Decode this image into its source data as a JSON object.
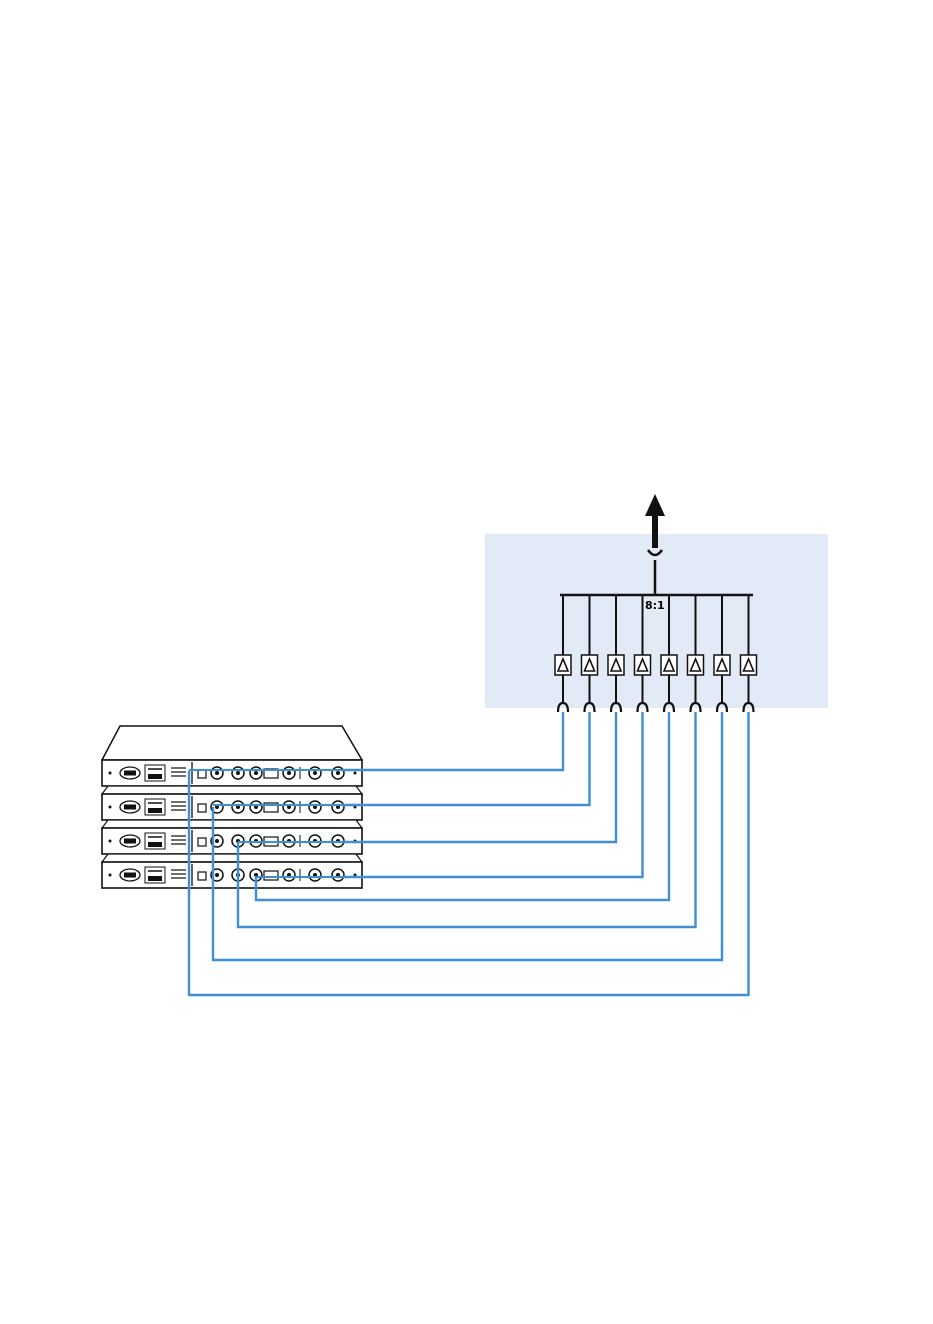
{
  "combiner": {
    "ratio_label": "8:1",
    "channel_count": 8,
    "panel_color": "#e3eaf7"
  },
  "receivers": {
    "unit_count": 4,
    "outputs_per_unit": 2
  },
  "colors": {
    "cable": "#3f8fd6",
    "ink": "#111111"
  },
  "icons": {
    "amplifier": "amplifier-triangle-icon",
    "antenna_output": "arrow-up-icon",
    "bnc_input": "bnc-socket-icon"
  }
}
